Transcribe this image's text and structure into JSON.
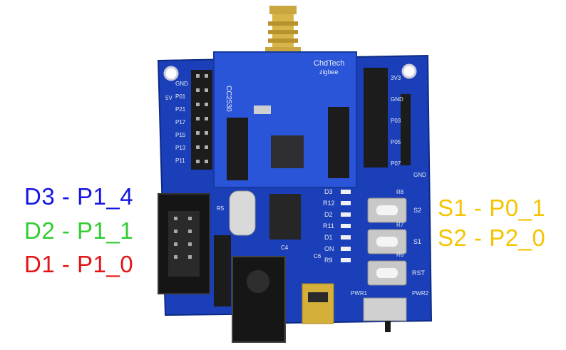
{
  "left_labels": [
    {
      "text": "D3 - P1_4",
      "color": "#1515e0"
    },
    {
      "text": "D2 - P1_1",
      "color": "#33cc33"
    },
    {
      "text": "D1 - P1_0",
      "color": "#e01515"
    }
  ],
  "right_labels": [
    {
      "text": "S1 - P0_1",
      "color": "#f5c400"
    },
    {
      "text": "S2 - P2_0",
      "color": "#f5c400"
    }
  ],
  "board": {
    "pcb_color": "#1a3fb8",
    "module_color": "#2a55d8",
    "module_brand": "ChdTech",
    "module_sub": "zigbee",
    "chip_label": "CC2530",
    "led_labels": [
      "D3",
      "R12",
      "D2",
      "R11",
      "D1",
      "ON",
      "R9"
    ],
    "button_labels": [
      "S2",
      "S1",
      "RST"
    ],
    "power_labels": [
      "PWR1",
      "PWR2"
    ],
    "left_header_labels": [
      "GND",
      "P01",
      "P21",
      "P17",
      "P15",
      "P13",
      "P11"
    ],
    "right_header_labels": [
      "3V3",
      "GND",
      "P03",
      "P05",
      "P07"
    ],
    "misc_labels": [
      "R5",
      "C4",
      "R7",
      "R6",
      "R8",
      "C6",
      "5V",
      "GND"
    ]
  }
}
